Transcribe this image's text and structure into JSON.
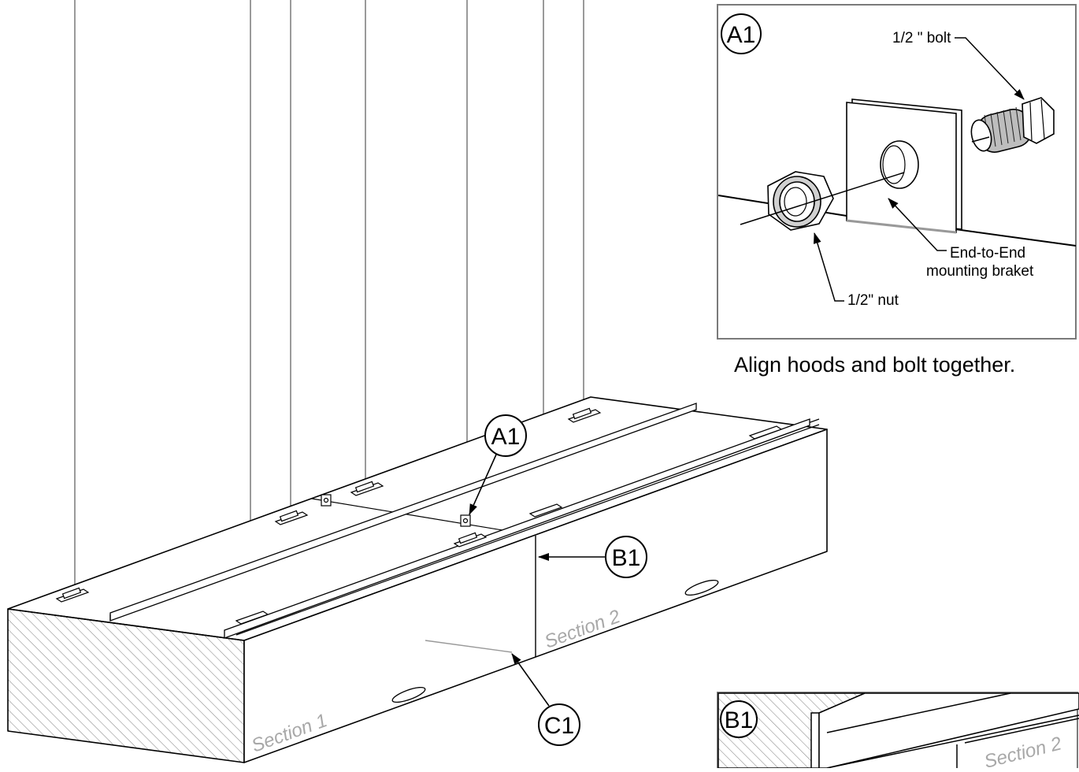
{
  "diagram": {
    "main_view": {
      "section_1_label": "Section 1",
      "section_2_label": "Section 2",
      "callouts": {
        "a1": "A1",
        "b1": "B1",
        "c1": "C1"
      }
    },
    "detail_a1": {
      "badge": "A1",
      "bolt_label": "1/2 \" bolt",
      "nut_label": "1/2\" nut",
      "bracket_label_line1": "End-to-End",
      "bracket_label_line2": "mounting braket",
      "caption": "Align hoods and bolt together."
    },
    "detail_b1": {
      "badge": "B1",
      "section_label": "Section 2"
    }
  }
}
